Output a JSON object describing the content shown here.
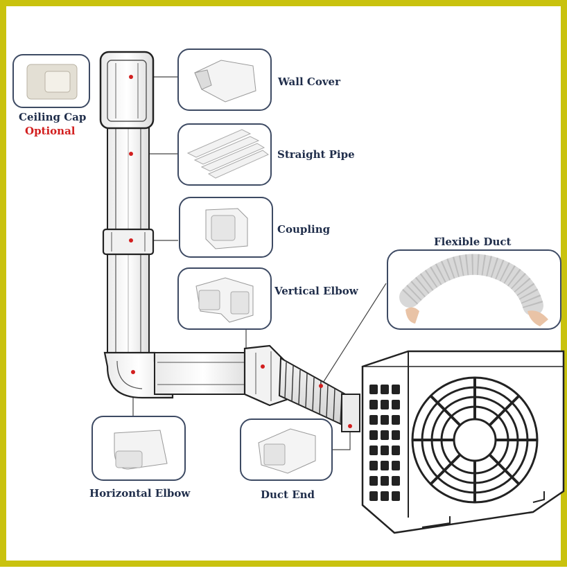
{
  "colors": {
    "border": "#c9c20e",
    "label_text": "#1f2d4a",
    "optional_text": "#d21f1f",
    "callout_marker": "#d21f1f",
    "outline": "#222222"
  },
  "labels": {
    "ceiling_cap": "Ceiling Cap",
    "optional": "Optional",
    "wall_cover": "Wall Cover",
    "straight_pipe": "Straight Pipe",
    "coupling": "Coupling",
    "vertical_elbow": "Vertical Elbow",
    "flexible_duct": "Flexible Duct",
    "horizontal_elbow": "Horizontal Elbow",
    "duct_end": "Duct End"
  }
}
